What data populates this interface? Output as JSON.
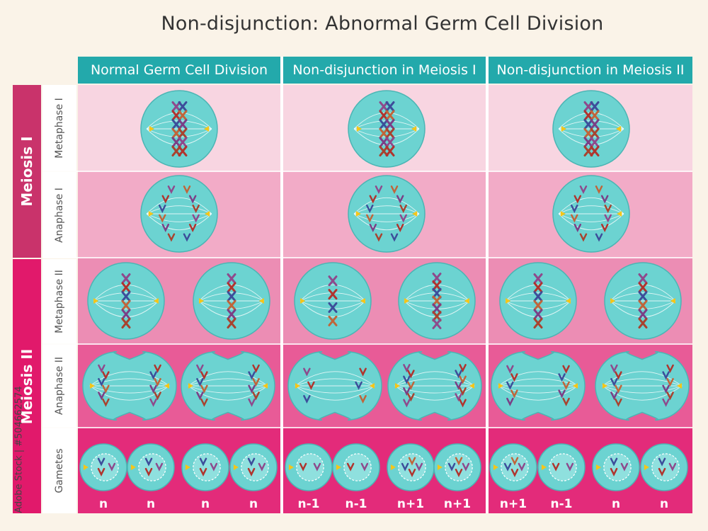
{
  "title": "Non-disjunction: Abnormal Germ Cell Division",
  "columns": [
    {
      "label": "Normal Germ Cell Division"
    },
    {
      "label": "Non-disjunction in Meiosis I"
    },
    {
      "label": "Non-disjunction in Meiosis II"
    }
  ],
  "stages": {
    "meiosis1": "Meiosis I",
    "meiosis2": "Meiosis II"
  },
  "phases": {
    "metaphase1": "Metaphase I",
    "anaphase1": "Anaphase I",
    "metaphase2": "Metaphase II",
    "anaphase2": "Anaphase II",
    "gametes": "Gametes"
  },
  "gametes": [
    "n",
    "n",
    "n",
    "n",
    "n-1",
    "n-1",
    "n+1",
    "n+1",
    "n+1",
    "n-1",
    "n",
    "n"
  ],
  "watermark": "Adobe Stock | #504662574",
  "colors": {
    "header": "#23a9ab",
    "cell": "#6cd3d1",
    "meiosis1_band": "#c9336b",
    "meiosis2_band": "#e1196b",
    "row1": "#f8d5e1",
    "row2": "#f2abc7",
    "row3": "#ec8db4",
    "row4": "#e85b97",
    "row5": "#e32b7a"
  }
}
